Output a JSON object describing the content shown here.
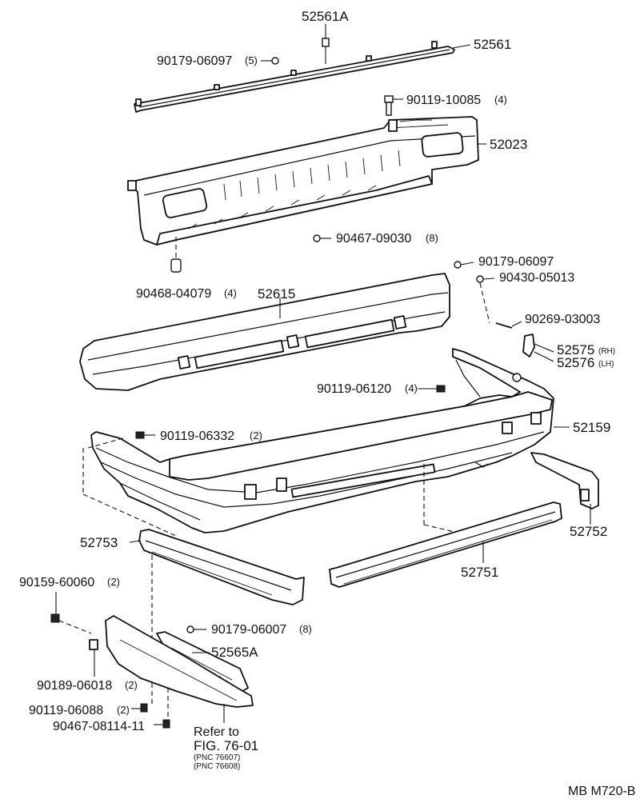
{
  "parts": {
    "p52561A": "52561A",
    "p52561": "52561",
    "p90179_06097_5": {
      "num": "90179-06097",
      "qty": "(5)"
    },
    "p90119_10085": {
      "num": "90119-10085",
      "qty": "(4)"
    },
    "p52023": "52023",
    "p90467_09030": {
      "num": "90467-09030",
      "qty": "(8)"
    },
    "p90468_04079": {
      "num": "90468-04079",
      "qty": "(4)"
    },
    "p52615": "52615",
    "p90179_06097": "90179-06097",
    "p90430_05013": "90430-05013",
    "p90269_03003": "90269-03003",
    "p52575": {
      "num": "52575",
      "side": "(RH)"
    },
    "p52576": {
      "num": "52576",
      "side": "(LH)"
    },
    "p90119_06120": {
      "num": "90119-06120",
      "qty": "(4)"
    },
    "p52159": "52159",
    "p90119_06332": {
      "num": "90119-06332",
      "qty": "(2)"
    },
    "p52753": "52753",
    "p52752": "52752",
    "p52751": "52751",
    "p90159_60060": {
      "num": "90159-60060",
      "qty": "(2)"
    },
    "p90179_06007": {
      "num": "90179-06007",
      "qty": "(8)"
    },
    "p52565A": "52565A",
    "p90189_06018": {
      "num": "90189-06018",
      "qty": "(2)"
    },
    "p90119_06088": {
      "num": "90119-06088",
      "qty": "(2)"
    },
    "p90467_08114_11": "90467-08114-11"
  },
  "reference": {
    "refer_to": "Refer to",
    "fig": "FIG. 76-01",
    "pnc1": "(PNC 76607)",
    "pnc2": "(PNC 76608)"
  },
  "diagram_code": "MB M720-B"
}
